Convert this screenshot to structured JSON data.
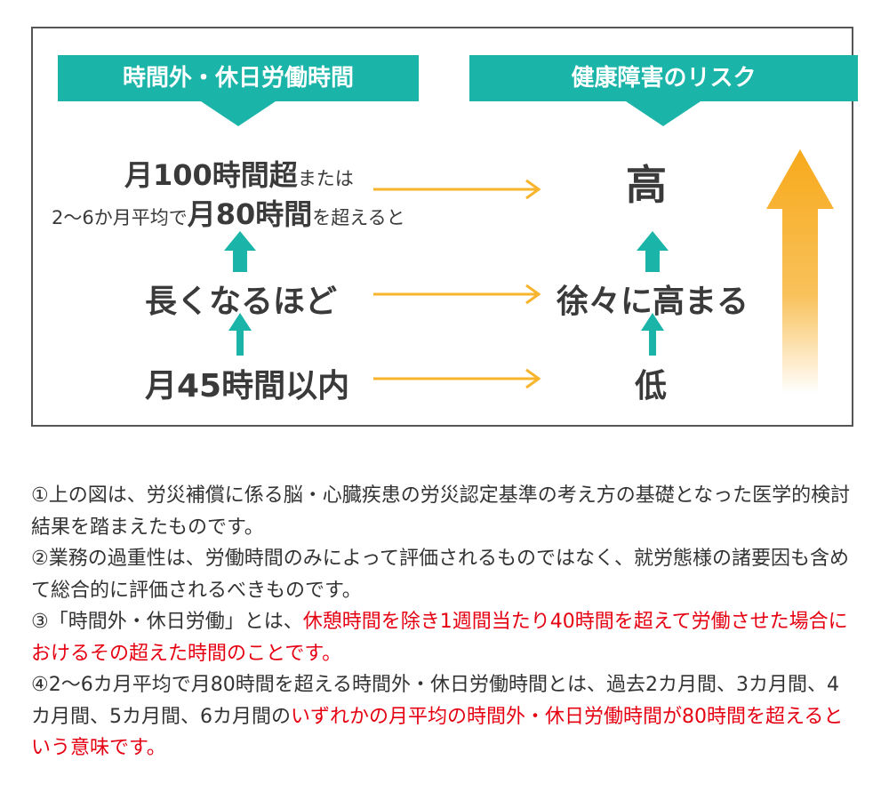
{
  "colors": {
    "teal": "#1ab5a8",
    "orange": "#f7b42c",
    "red": "#e50012",
    "text": "#333333",
    "border": "#555555"
  },
  "banners": {
    "left": "時間外・休日労働時間",
    "right": "健康障害のリスク"
  },
  "rows": {
    "row1_line1_bold": "月100時間超",
    "row1_line1_small": "または",
    "row1_line2_small_a": "2〜6か月平均で",
    "row1_line2_bold": "月80時間",
    "row1_line2_small_b": "を超えると",
    "row2": "長くなるほど",
    "row3": "月45時間以内"
  },
  "risk": {
    "high": "高",
    "mid": "徐々に高まる",
    "low": "低"
  },
  "notes": {
    "n1": "①上の図は、労災補償に係る脳・心臓疾患の労災認定基準の考え方の基礎となった医学的検討結果を踏まえたものです。",
    "n2": "②業務の過重性は、労働時間のみによって評価されるものではなく、就労態様の諸要因も含めて総合的に評価されるべきものです。",
    "n3a": "③「時間外・休日労働」とは、",
    "n3b": "休憩時間を除き1週間当たり40時間を超えて労働させた場合におけるその超えた時間のことです。",
    "n4a": "④2〜6カ月平均で月80時間を超える時間外・休日労働時間とは、過去2カ月間、3カ月間、4カ月間、5カ月間、6カ月間の",
    "n4b": "いずれかの月平均の時間外・休日労働時間が80時間を超えるという意味です。"
  }
}
